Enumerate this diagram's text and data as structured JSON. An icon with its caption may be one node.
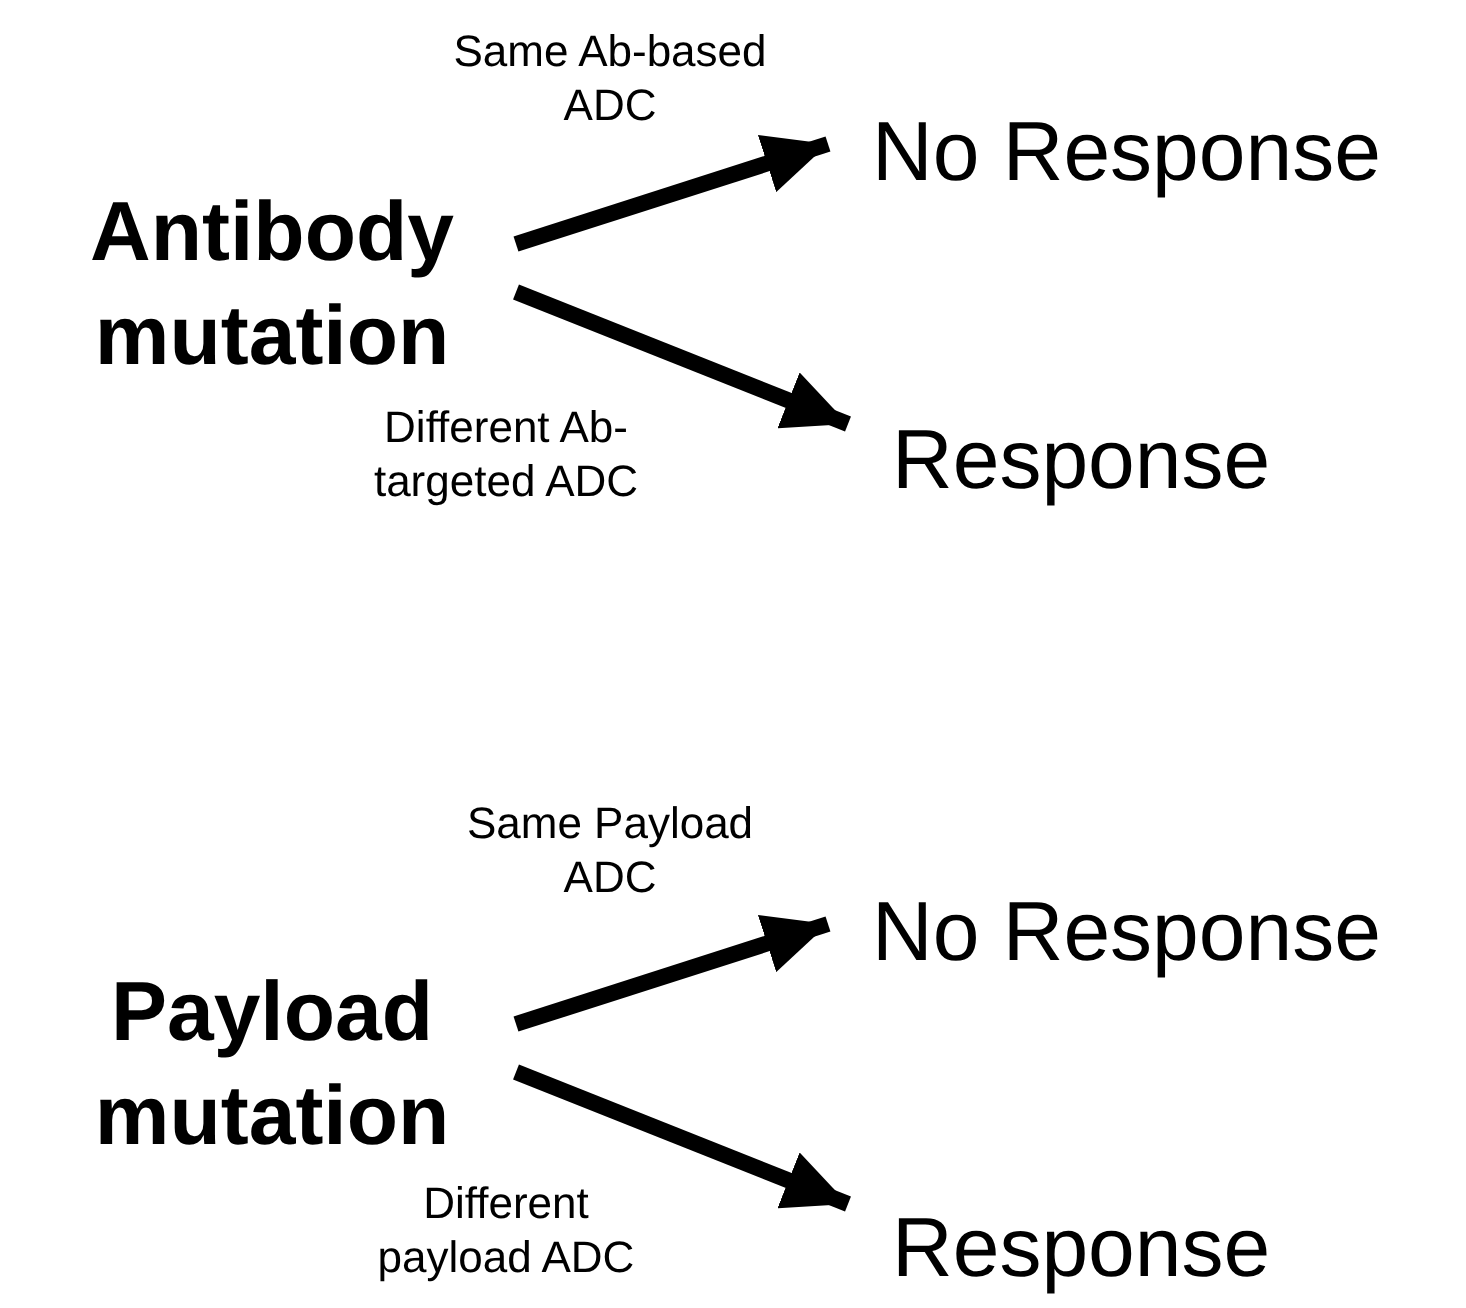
{
  "diagram": {
    "nodes": [
      {
        "text": [
          "Antibody mutation"
        ]
      },
      {
        "text": [
          "No Response"
        ]
      },
      {
        "text": [
          "Response"
        ]
      },
      {
        "text": [
          "Payload mutation"
        ]
      },
      {
        "text": [
          "No Response"
        ]
      },
      {
        "text": [
          "Response"
        ]
      }
    ],
    "edges": [
      {
        "from": 0,
        "to": 1,
        "arrow": "to",
        "label": "Same Ab-based ADC"
      },
      {
        "from": 0,
        "to": 2,
        "arrow": "to",
        "label": "Different Ab-targeted ADC"
      },
      {
        "from": 3,
        "to": 4,
        "arrow": "to",
        "label": "Same Payload ADC"
      },
      {
        "from": 3,
        "to": 5,
        "arrow": "to",
        "label": "Different payload ADC"
      }
    ]
  }
}
